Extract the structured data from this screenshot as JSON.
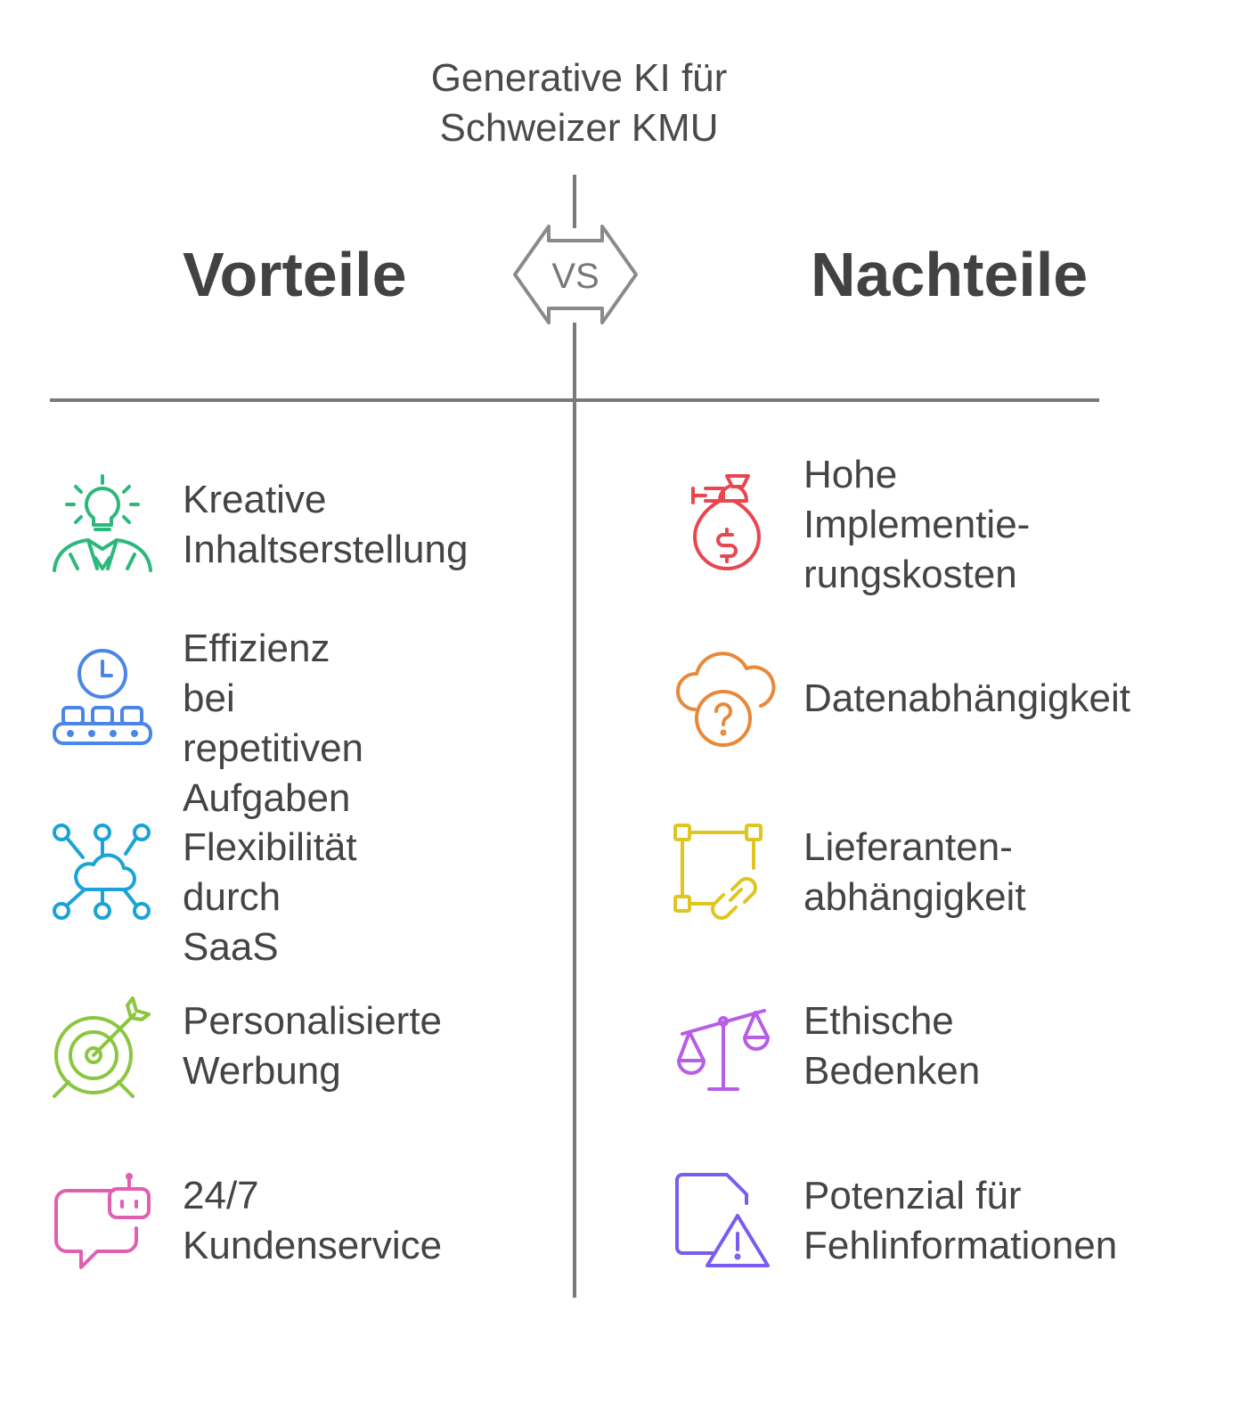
{
  "title": "Generative KI für\nSchweizer KMU",
  "vs_label": "VS",
  "left_heading": "Vorteile",
  "right_heading": "Nachteile",
  "pros": [
    {
      "label": "Kreative\nInhaltserstellung",
      "icon": "lightbulb-person-icon",
      "color": "#2db87b"
    },
    {
      "label": "Effizienz bei\nrepetitiven\nAufgaben",
      "icon": "clock-conveyor-icon",
      "color": "#4a86e8"
    },
    {
      "label": "Flexibilität\ndurch SaaS",
      "icon": "cloud-network-icon",
      "color": "#1ba3d6"
    },
    {
      "label": "Personalisierte\nWerbung",
      "icon": "target-arrow-icon",
      "color": "#8cc63f"
    },
    {
      "label": "24/7\nKundenservice",
      "icon": "chat-robot-icon",
      "color": "#e05fb0"
    }
  ],
  "cons": [
    {
      "label": "Hohe\nImplementie-\nrungskosten",
      "icon": "money-bag-icon",
      "color": "#e8474f"
    },
    {
      "label": "Datenabhängigkeit",
      "icon": "cloud-question-icon",
      "color": "#e8893a"
    },
    {
      "label": "Lieferanten-\nabhängigkeit",
      "icon": "vendor-link-icon",
      "color": "#e0c520"
    },
    {
      "label": "Ethische\nBedenken",
      "icon": "balance-scale-icon",
      "color": "#b65ee8"
    },
    {
      "label": "Potenzial für\nFehlinformationen",
      "icon": "document-warning-icon",
      "color": "#7a5cf0"
    }
  ]
}
